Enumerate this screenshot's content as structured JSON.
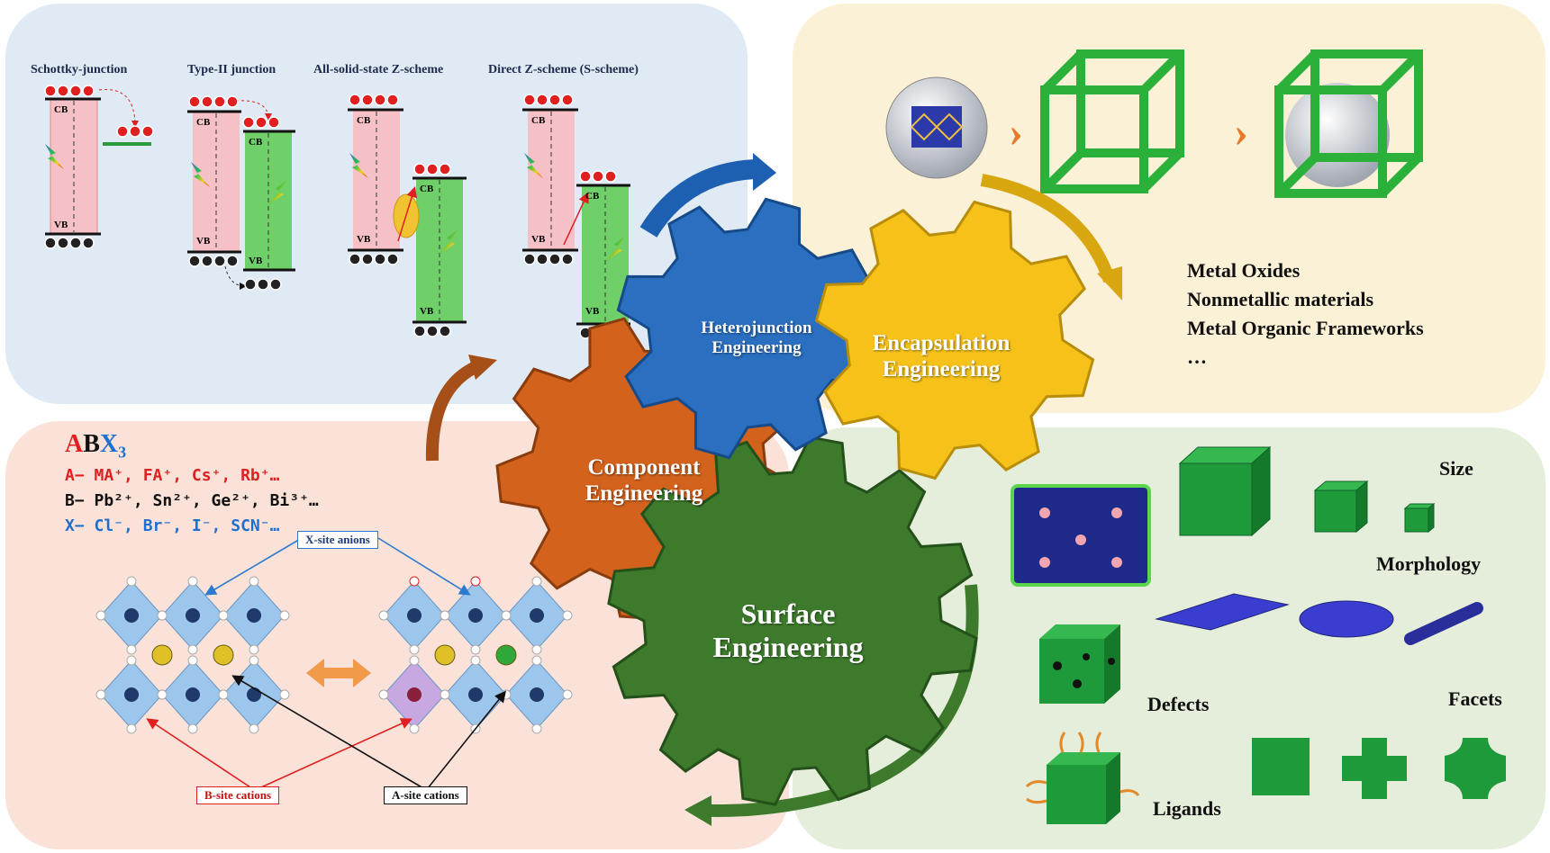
{
  "heterojunction": {
    "junctions": [
      "Schottky-junction",
      "Type-II junction",
      "All-solid-state Z-scheme",
      "Direct Z-scheme (S-scheme)"
    ],
    "cb": "CB",
    "vb": "VB"
  },
  "gears": {
    "heterojunction": "Heterojunction Engineering",
    "encapsulation": "Encapsulation Engineering",
    "component": "Component Engineering",
    "surface": "Surface Engineering"
  },
  "encapsulation": {
    "materials": [
      "Metal Oxides",
      "Nonmetallic materials",
      "Metal Organic Frameworks",
      "…"
    ]
  },
  "component": {
    "formula": {
      "a": "A",
      "b": "B",
      "x": "X",
      "sub": "3"
    },
    "a_site": "A− MA⁺, FA⁺, Cs⁺, Rb⁺…",
    "b_site": "B− Pb²⁺, Sn²⁺, Ge²⁺, Bi³⁺…",
    "x_site": "X− Cl⁻, Br⁻, I⁻, SCN⁻…",
    "x_site_label": "X-site anions",
    "b_site_label": "B-site cations",
    "a_site_label": "A-site cations"
  },
  "surface": {
    "size": "Size",
    "morphology": "Morphology",
    "defects": "Defects",
    "facets": "Facets",
    "ligands": "Ligands"
  },
  "colors": {
    "gear_blue": "#2a6fc0",
    "gear_yellow": "#f6c21a",
    "gear_orange": "#d2621c",
    "gear_green": "#3d7a2c",
    "a_red": "#e02020",
    "x_blue": "#1f6fd0",
    "cube_green": "#1f9a3a"
  }
}
